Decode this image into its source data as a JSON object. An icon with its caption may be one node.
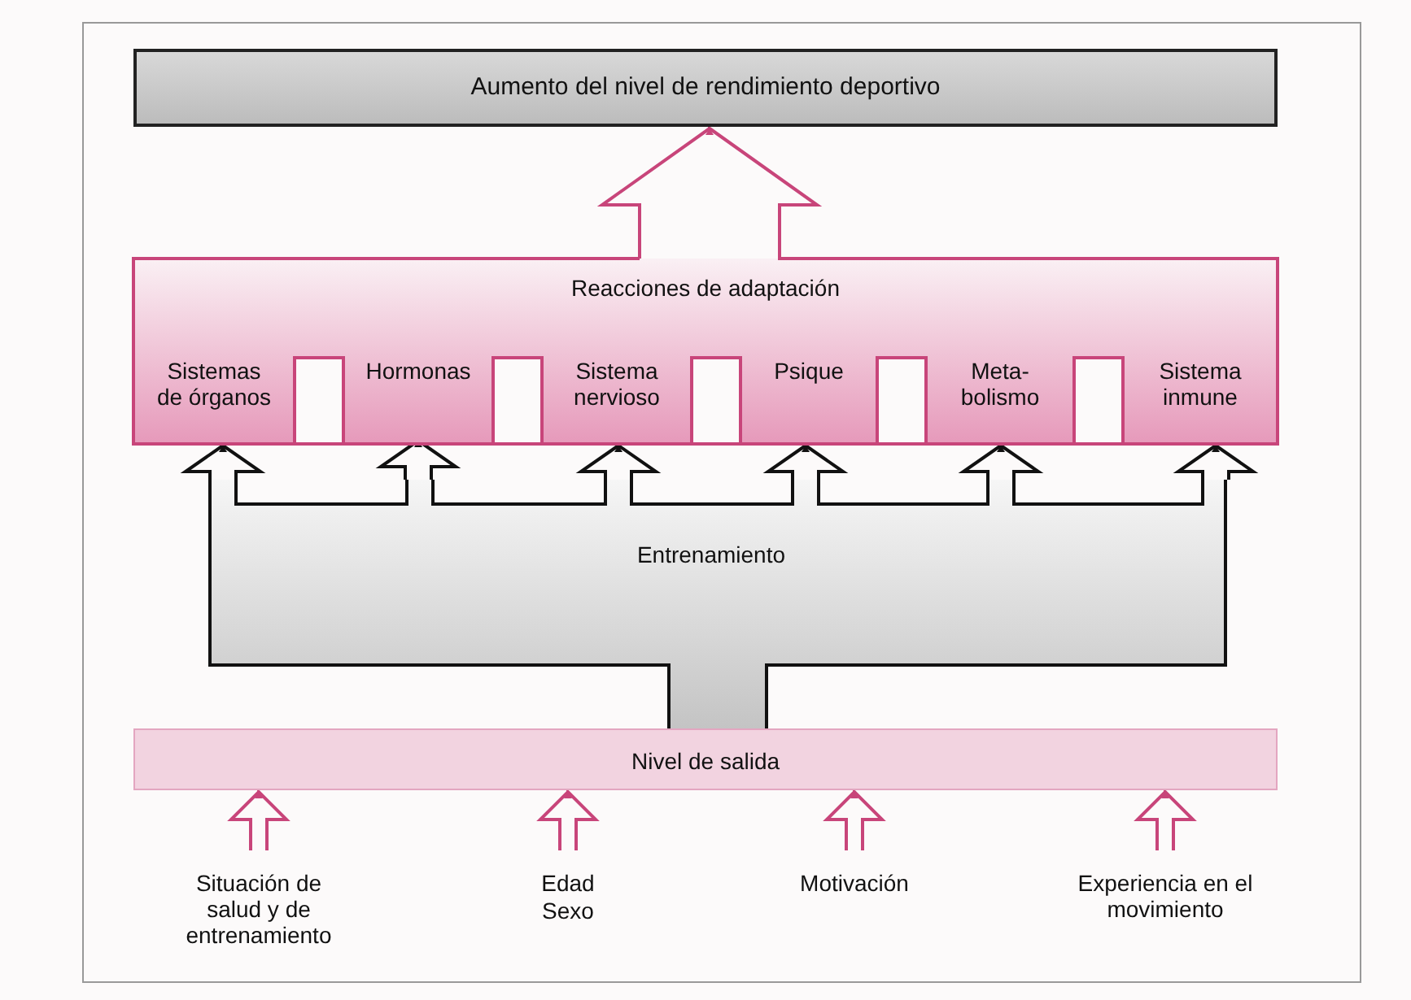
{
  "diagram": {
    "nodes": [
      {
        "text": [
          "Aumento del nivel de rendimiento deportivo"
        ]
      },
      {
        "text": [
          "Reacciones de adaptación"
        ]
      },
      {
        "text": [
          "Sistemas de órganos"
        ],
        "in": 1
      },
      {
        "text": [
          "Hormonas"
        ],
        "in": 1
      },
      {
        "text": [
          "Sistema nervioso"
        ],
        "in": 1
      },
      {
        "text": [
          "Psique"
        ],
        "in": 1
      },
      {
        "text": [
          "Meta- bolismo"
        ],
        "in": 1
      },
      {
        "text": [
          "Sistema inmune"
        ],
        "in": 1
      },
      {
        "text": [
          "Entrenamiento"
        ]
      },
      {
        "text": [
          "Nivel de salida"
        ]
      },
      {
        "text": [
          "Situación de salud y de entrenamiento"
        ]
      },
      {
        "text": [
          "Edad",
          "Sexo"
        ]
      },
      {
        "text": [
          "Motivación"
        ]
      },
      {
        "text": [
          "Experiencia en el movimiento"
        ]
      }
    ],
    "edges": [
      {
        "from": 1,
        "to": 0,
        "arrow": "to",
        "color": "#c8457a"
      },
      {
        "from": 8,
        "to": 2,
        "arrow": "to"
      },
      {
        "from": 8,
        "to": 3,
        "arrow": "to"
      },
      {
        "from": 8,
        "to": 4,
        "arrow": "to"
      },
      {
        "from": 8,
        "to": 5,
        "arrow": "to"
      },
      {
        "from": 8,
        "to": 6,
        "arrow": "to"
      },
      {
        "from": 8,
        "to": 7,
        "arrow": "to"
      },
      {
        "from": 10,
        "to": 9,
        "arrow": "to",
        "color": "#c8457a"
      },
      {
        "from": 11,
        "to": 9,
        "arrow": "to",
        "color": "#c8457a"
      },
      {
        "from": 12,
        "to": 9,
        "arrow": "to",
        "color": "#c8457a"
      },
      {
        "from": 13,
        "to": 9,
        "arrow": "to",
        "color": "#c8457a"
      }
    ]
  }
}
